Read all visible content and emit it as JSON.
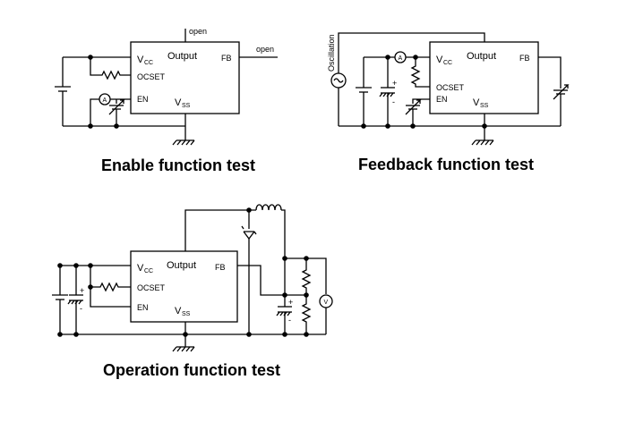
{
  "diagrams": {
    "enable": {
      "title": "Enable function test",
      "pin_vcc": "V",
      "pin_vcc_sub": "CC",
      "pin_output": "Output",
      "pin_fb": "FB",
      "pin_ocset": "OCSET",
      "pin_en": "EN",
      "pin_vss": "V",
      "pin_vss_sub": "SS",
      "label_open_top": "open",
      "label_open_right": "open",
      "meter_a": "A"
    },
    "feedback": {
      "title": "Feedback function test",
      "pin_vcc": "V",
      "pin_vcc_sub": "CC",
      "pin_output": "Output",
      "pin_fb": "FB",
      "pin_ocset": "OCSET",
      "pin_en": "EN",
      "pin_vss": "V",
      "pin_vss_sub": "SS",
      "label_oscillation": "Oscillation",
      "meter_a": "A",
      "cap_plus": "+",
      "cap_minus": "-"
    },
    "operation": {
      "title": "Operation function test",
      "pin_vcc": "V",
      "pin_vcc_sub": "CC",
      "pin_output": "Output",
      "pin_fb": "FB",
      "pin_ocset": "OCSET",
      "pin_en": "EN",
      "pin_vss": "V",
      "pin_vss_sub": "SS",
      "meter_v": "V",
      "cap_plus": "+",
      "cap_minus": "-",
      "cap2_plus": "+",
      "cap2_minus": "-"
    }
  }
}
